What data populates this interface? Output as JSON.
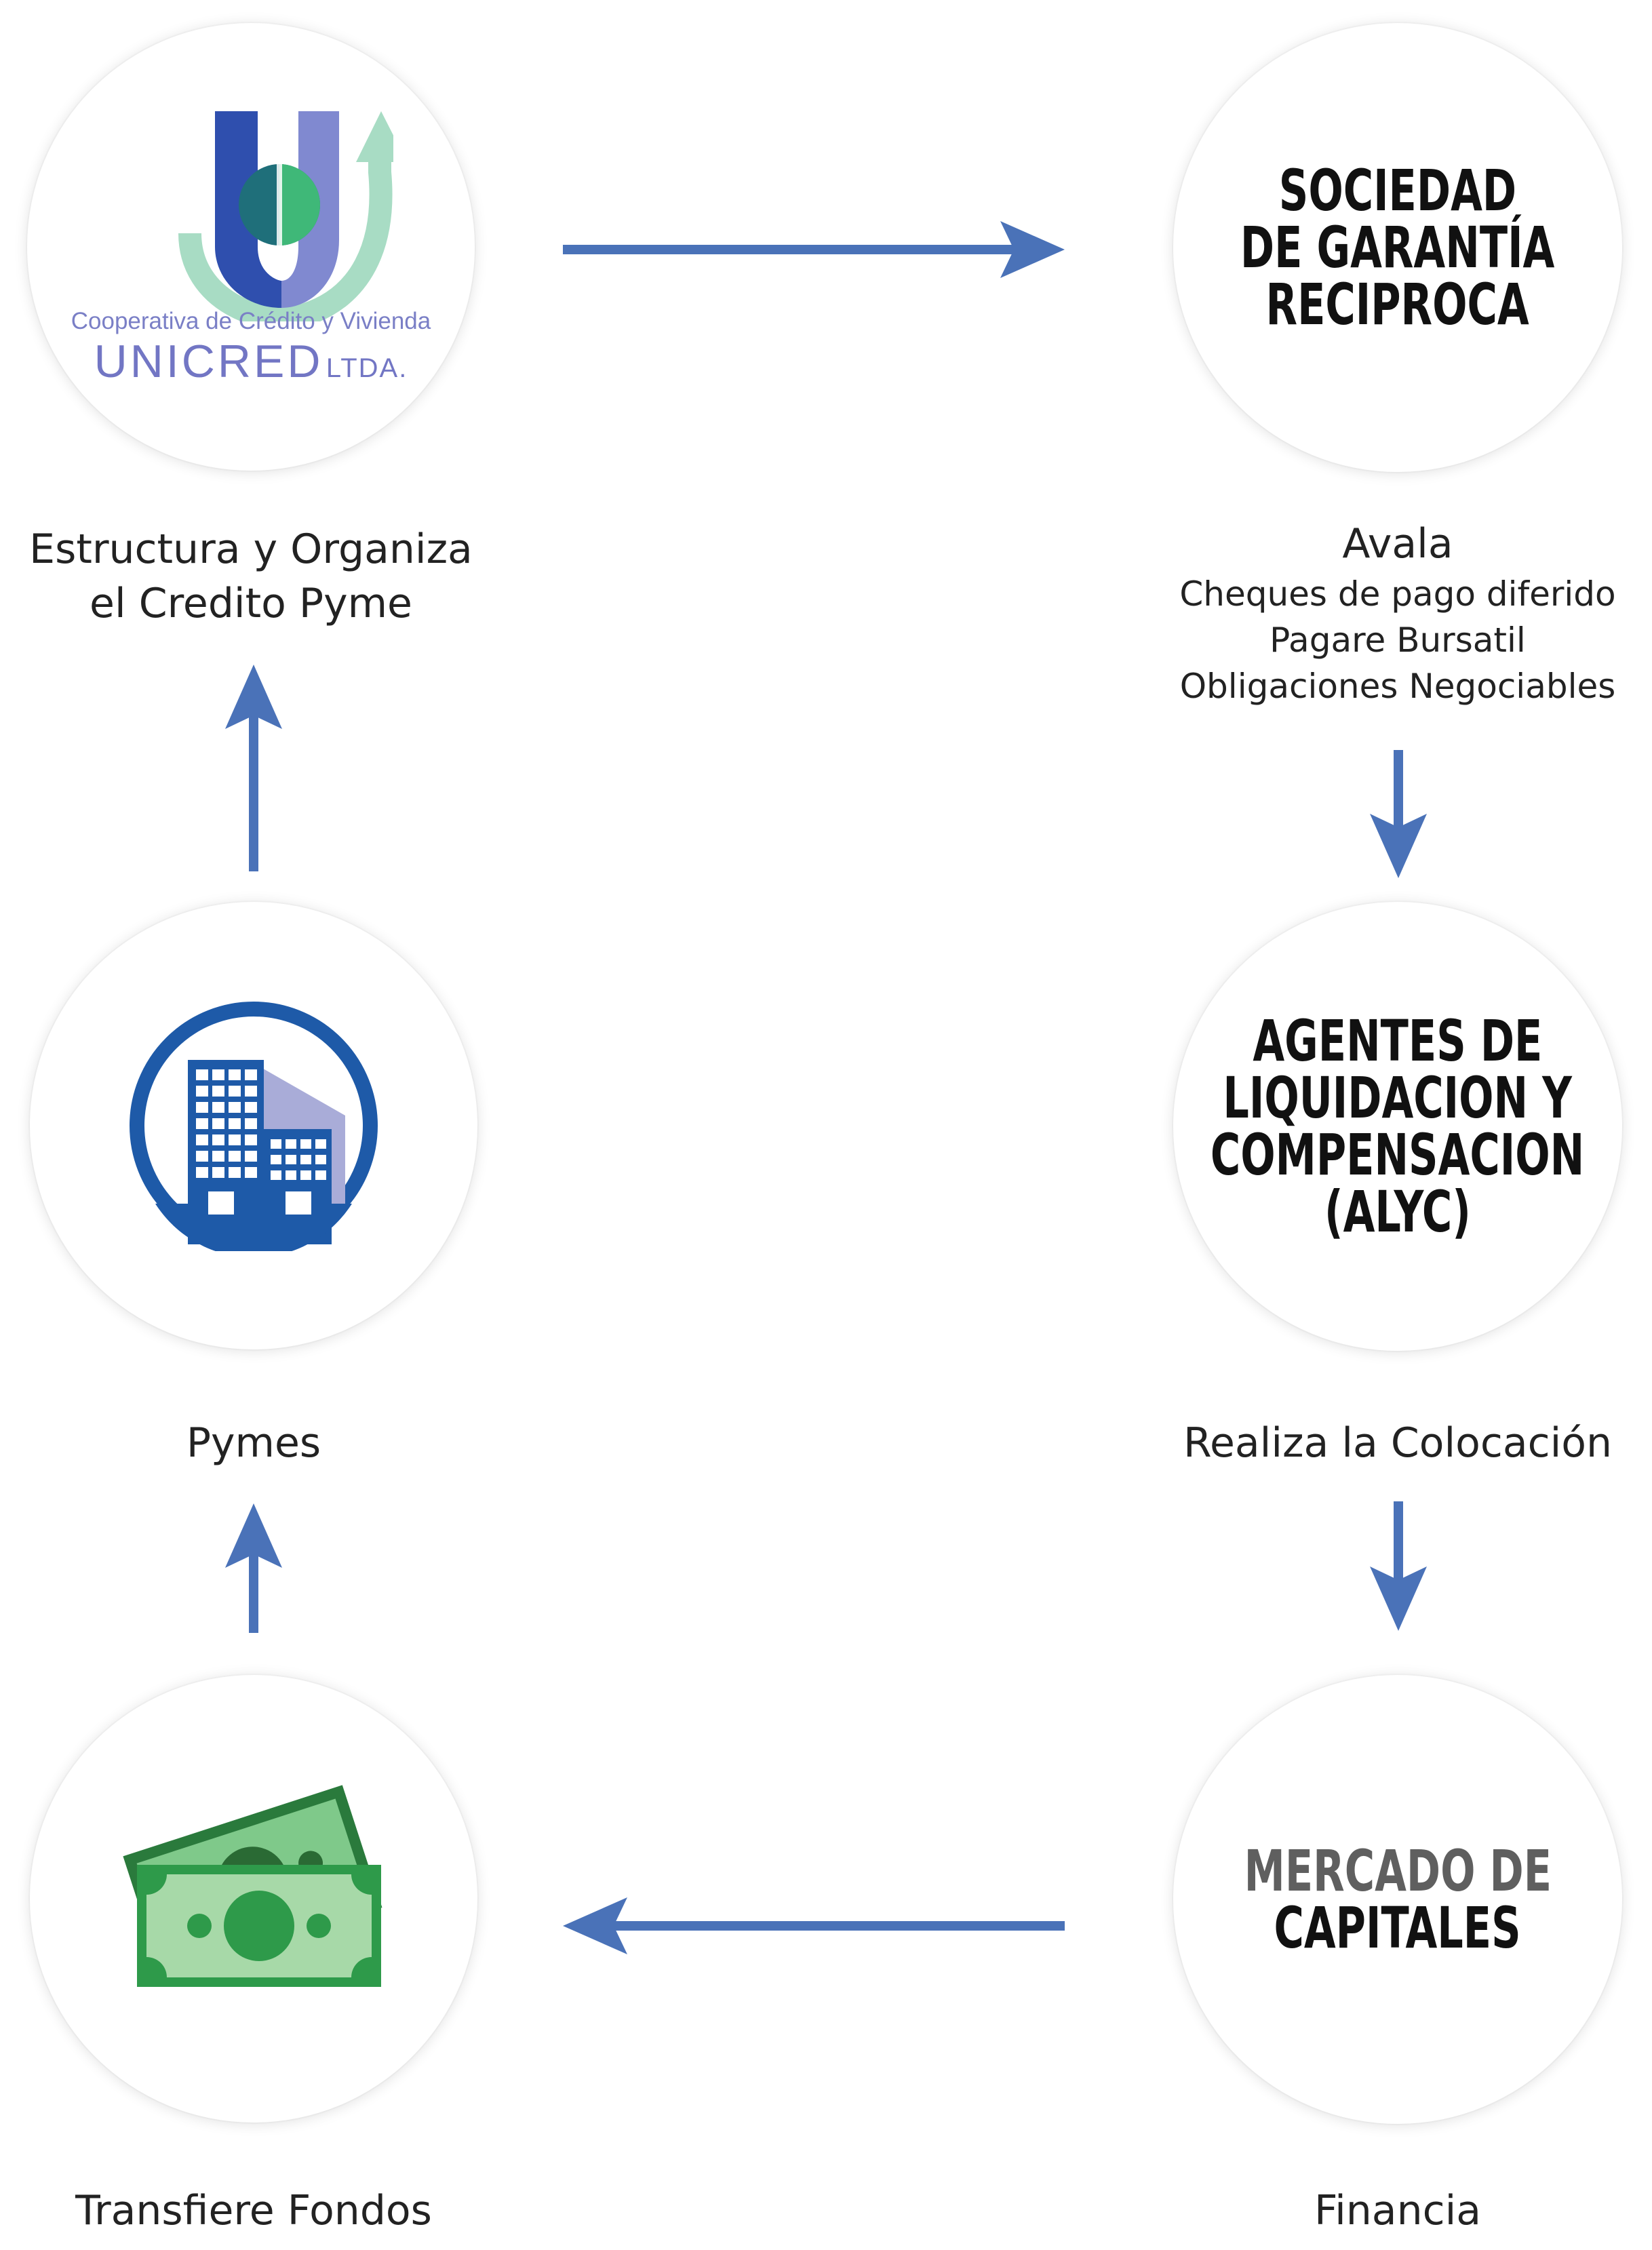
{
  "nodes": {
    "unicred": {
      "logo_line1": "Cooperativa de Crédito y Vivienda",
      "logo_name": "UNICRED",
      "logo_suffix": "LTDA.",
      "caption_line1": "Estructura y Organiza",
      "caption_line2": "el Credito Pyme"
    },
    "sgr": {
      "title": [
        "SOCIEDAD",
        "DE GARANTÍA",
        "RECIPROCA"
      ],
      "caption": "Avala",
      "items": [
        "Cheques de pago diferido",
        "Pagare Bursatil",
        "Obligaciones Negociables"
      ]
    },
    "alyc": {
      "title": [
        "AGENTES DE",
        "LIQUIDACION Y",
        "COMPENSACION",
        "(ALYC)"
      ],
      "caption": "Realiza la Colocación"
    },
    "mercado": {
      "title_line1": "MERCADO DE",
      "title_line2": "CAPITALES",
      "caption": "Financia"
    },
    "pymes": {
      "icon": "building-icon",
      "caption": "Pymes"
    },
    "fondos": {
      "icon": "banknotes-icon",
      "caption": "Transfiere Fondos"
    }
  },
  "colors": {
    "arrow": "#4a72b8",
    "building_blue": "#1e5aa8",
    "money_green": "#2e9a4a",
    "logo_blue": "#3f56b0",
    "logo_green": "#7fcfa6",
    "logo_text": "#7a7fc6"
  }
}
